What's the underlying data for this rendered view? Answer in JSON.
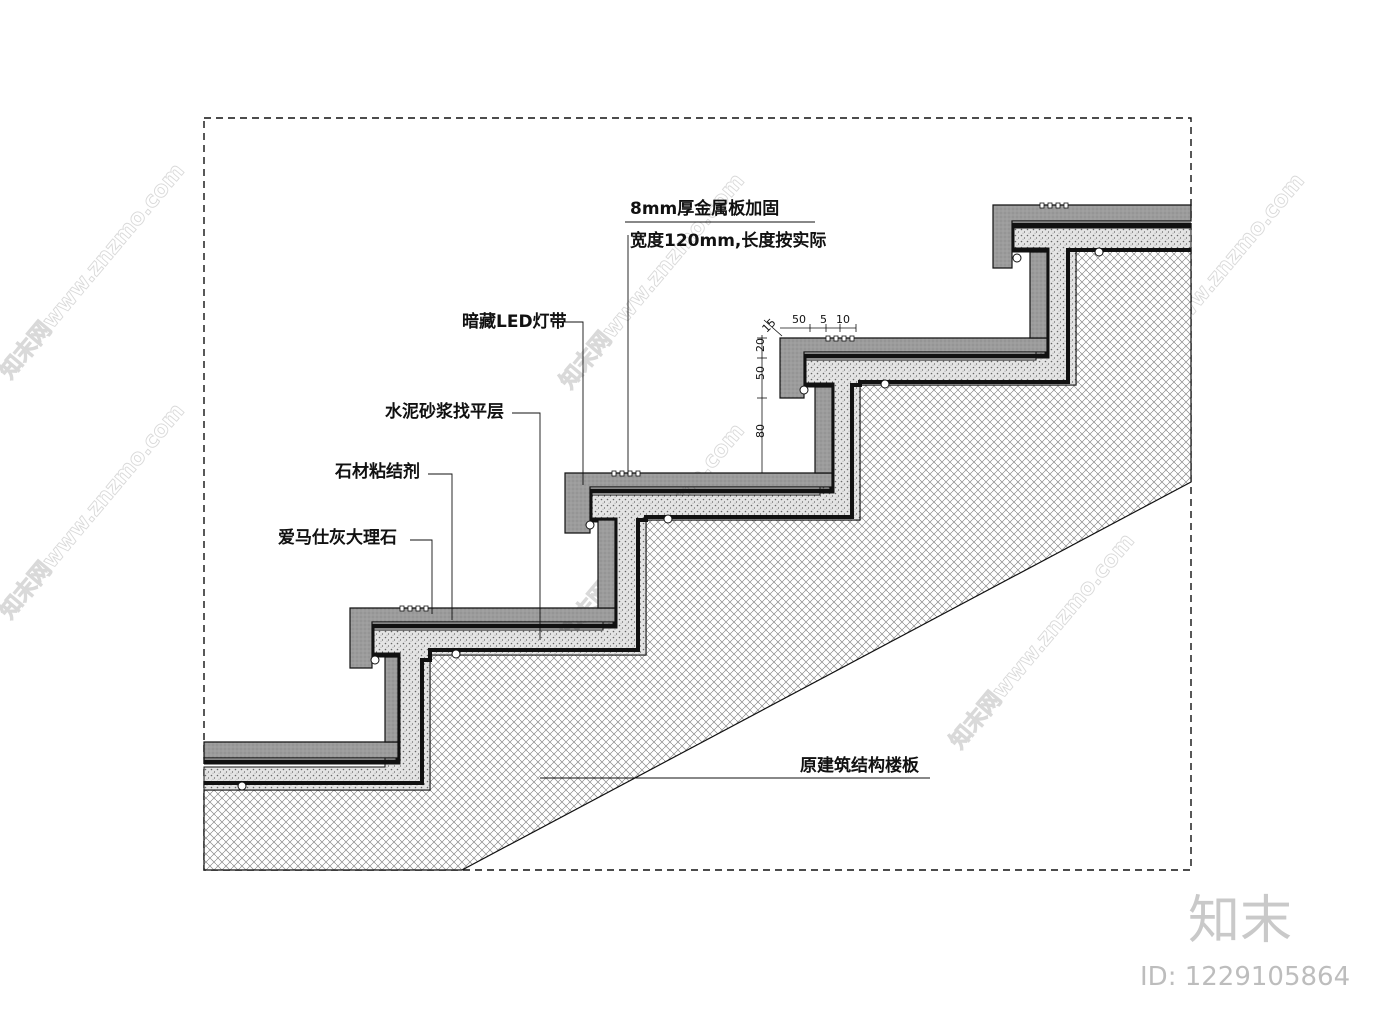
{
  "callouts": {
    "metal_plate_line1": "8mm厚金属板加固",
    "metal_plate_line2": "宽度120mm,长度按实际",
    "led_strip": "暗藏LED灯带",
    "cement_mortar": "水泥砂浆找平层",
    "stone_adhesive": "石材粘结剂",
    "marble": "爱马仕灰大理石",
    "structure_slab": "原建筑结构楼板"
  },
  "dimensions": {
    "d50": "50",
    "d5": "5",
    "d10": "10",
    "d15": "15",
    "d20": "20",
    "d50v": "50",
    "d80": "80"
  },
  "watermark": {
    "text": "知末网www.znzmo.com"
  },
  "branding": {
    "logo": "知末",
    "id_label": "ID: 1229105864"
  },
  "colors": {
    "line": "#111111",
    "concrete_hatch": "#8a8a8a",
    "stone_fill": "#9c9c9c",
    "mortar_fill": "#e4e4e4",
    "watermark": "#d9d9d9"
  }
}
